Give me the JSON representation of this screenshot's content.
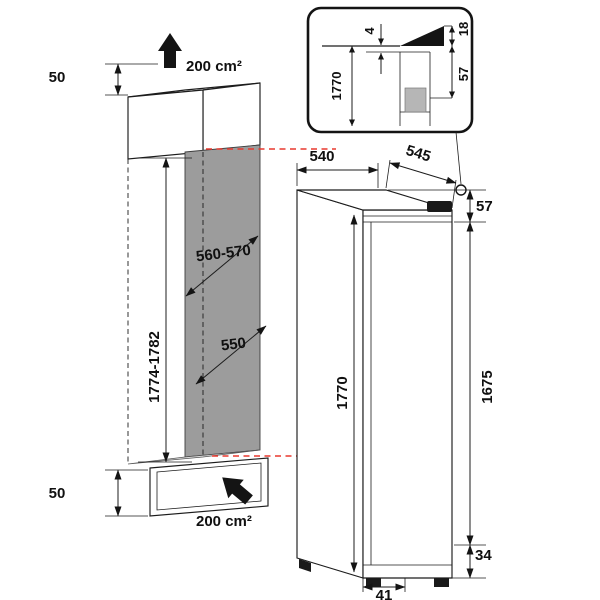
{
  "figure": {
    "niche": {
      "top_clearance_mm": "50",
      "top_vent_area": "200 cm²",
      "niche_width_mm": "560-570",
      "niche_depth_mm": "550",
      "niche_height_mm": "1774-1782",
      "bottom_clearance_mm": "50",
      "bottom_vent_area": "200 cm²"
    },
    "appliance": {
      "width_mm": "540",
      "depth_mm": "545",
      "top_gap_mm": "57",
      "height_mm": "1770",
      "door_height_mm": "1675",
      "bottom_gap_mm": "34",
      "foot_setback_mm": "41"
    },
    "inset": {
      "gap_mm": "4",
      "vent_mm": "18",
      "height_mm": "1770",
      "top_section_mm": "57"
    },
    "colors": {
      "alignment_red": "#e8392f",
      "panel_gray": "#9c9c9c"
    }
  }
}
